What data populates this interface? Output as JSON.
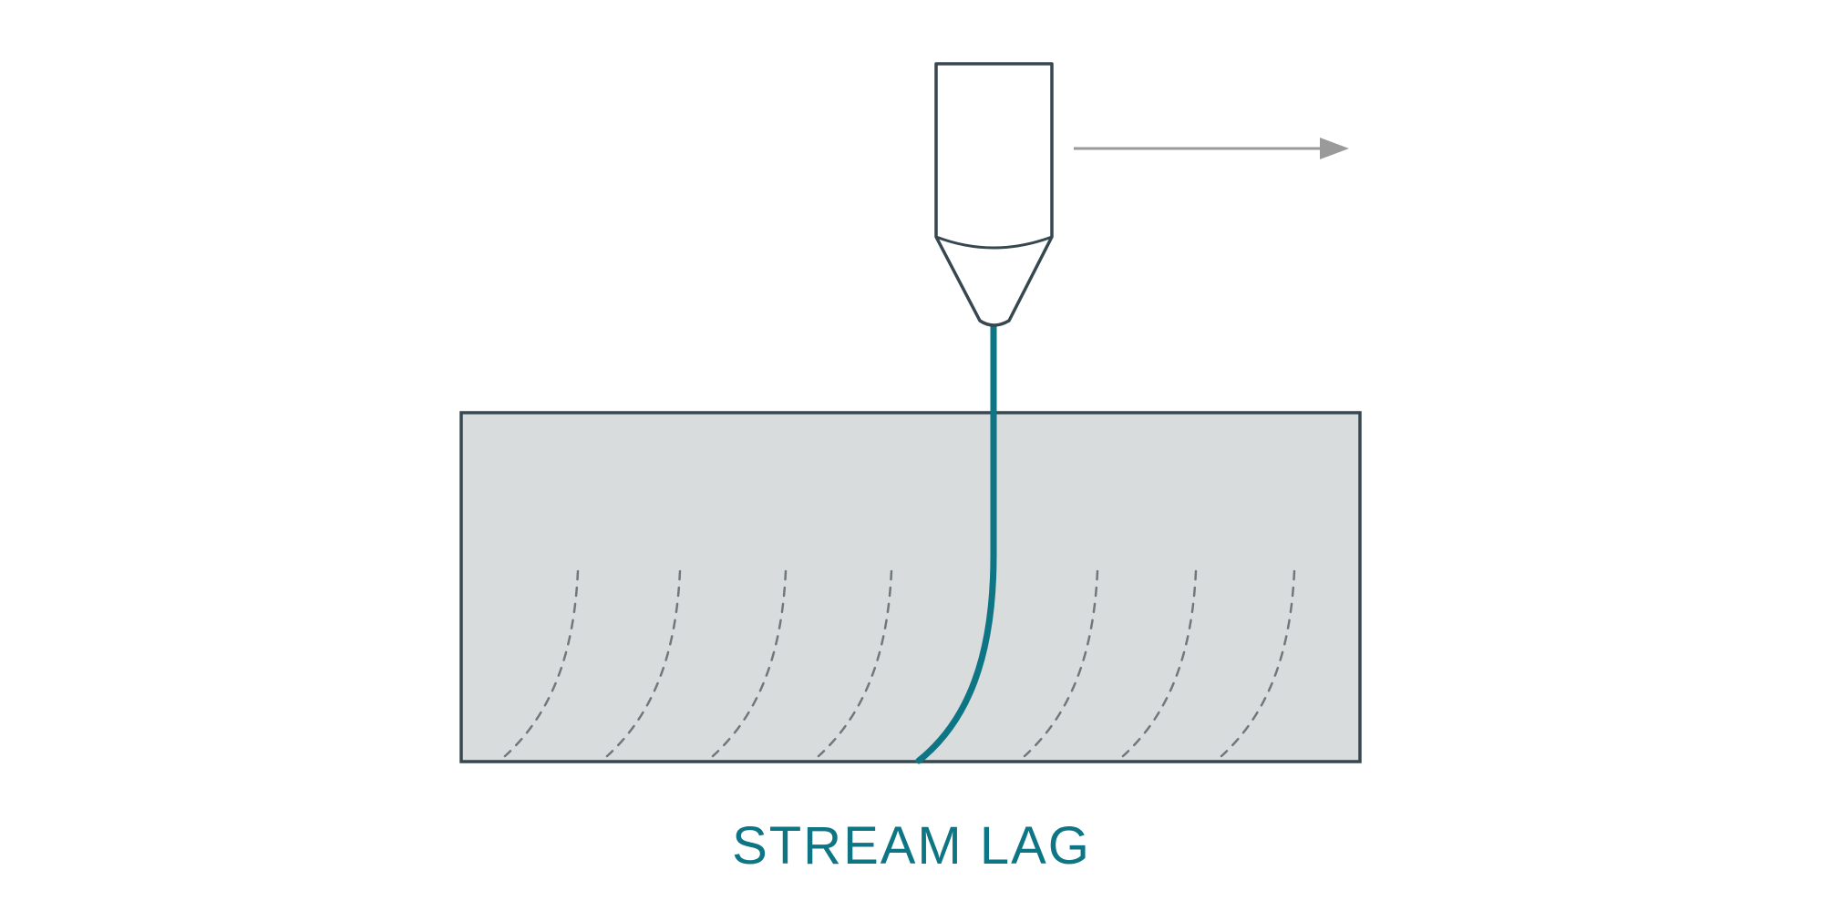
{
  "diagram": {
    "title": "STREAM LAG",
    "colors": {
      "outline": "#37474f",
      "material_fill": "#d8dcdc",
      "stream": "#0e7584",
      "striation": "#70787c",
      "arrow": "#9a9a9a",
      "title": "#0e7584",
      "background": "#ffffff"
    },
    "elements": {
      "nozzle": "cutting-nozzle",
      "arrow": "travel-direction-arrow",
      "material": "workpiece-block",
      "stream": "cutting-stream",
      "striations": "lag-striation-lines"
    }
  }
}
